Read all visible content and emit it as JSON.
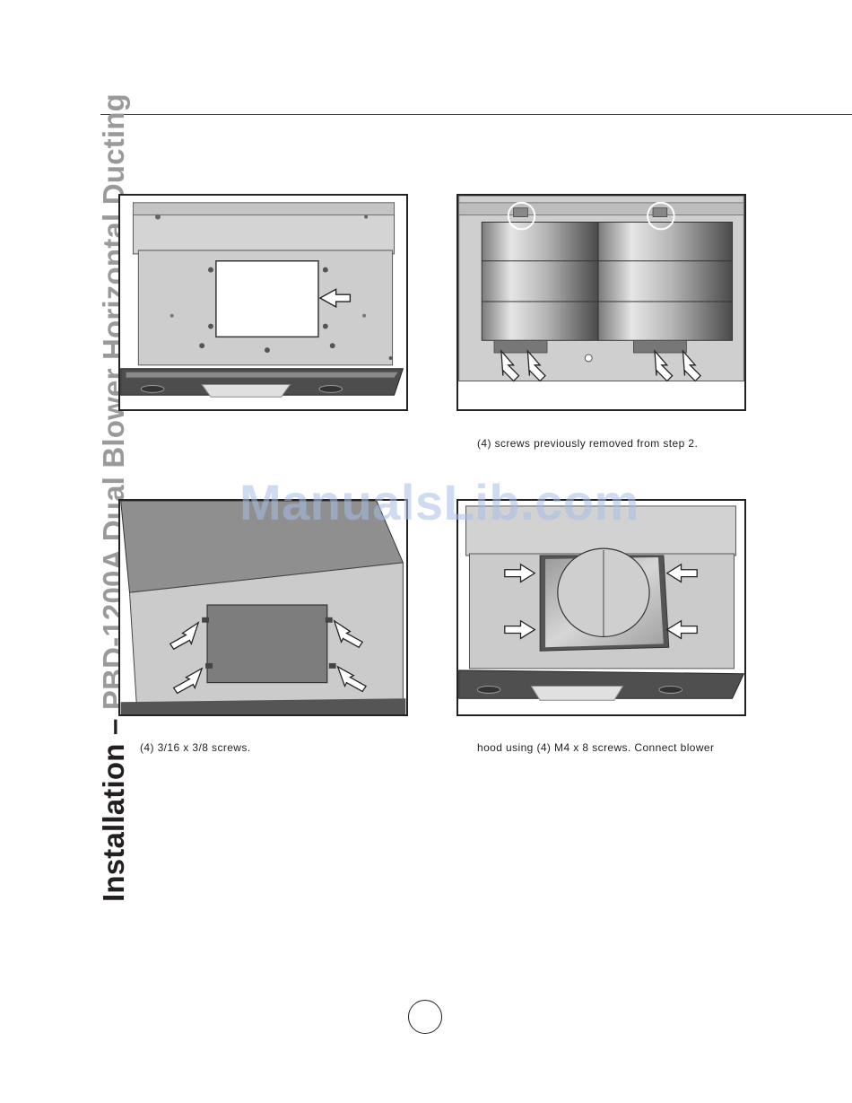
{
  "side_title": {
    "prefix": "Installation – ",
    "model": "PBD-1200A Dual Blower Horizontal Ducting"
  },
  "captions": {
    "fig2": "(4) screws previously removed from step 2.",
    "fig3": "(4) 3/16 x 3/8 screws.",
    "fig4": "hood using (4) M4 x 8 screws. Connect blower"
  },
  "watermark": "ManualsLib.com",
  "page_number": "",
  "colors": {
    "panel_grey": "#c9c9c9",
    "dark_grey": "#5a5a5a",
    "watermark": "#a5bee6"
  }
}
